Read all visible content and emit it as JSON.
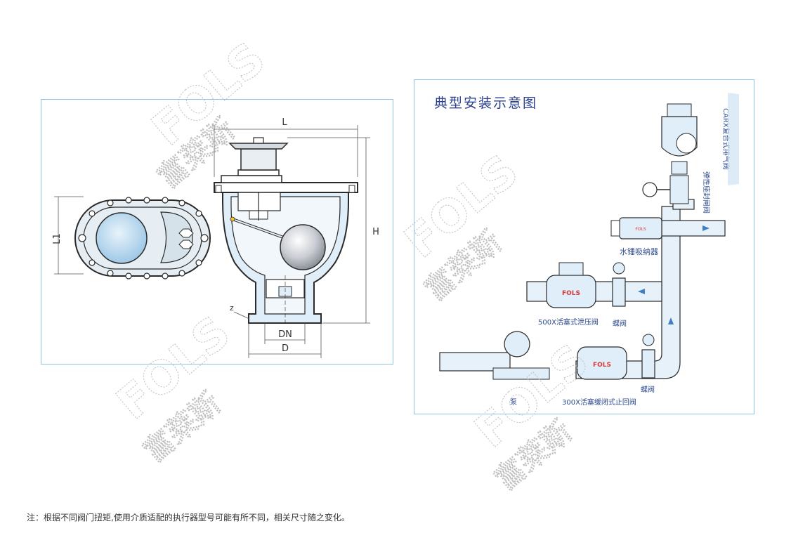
{
  "left_diagram": {
    "dimension_labels": {
      "L": "L",
      "L1": "L1",
      "H": "H",
      "z": "z",
      "DN": "DN",
      "D": "D"
    }
  },
  "right_diagram": {
    "title": "典型安装示意图",
    "valve_brand": "FOLS",
    "components": {
      "air_valve": "CARX复合式排气阀",
      "gate_valve": "弹性座封闸阀",
      "water_hammer": "水锤吸纳器",
      "relief_valve": "500X活塞式泄压阀",
      "butterfly_top": "蝶阀",
      "pump": "泵",
      "check_valve": "300X活塞缓闭式止回阀",
      "butterfly_bottom": "蝶阀"
    }
  },
  "watermark": {
    "latin": "FOLS",
    "chinese": "富莱斯"
  },
  "footnote": "注：根据不同阀门扭矩,使用介质适配的执行器型号可能有所不同，相关尺寸随之变化。",
  "colors": {
    "panel_border": "#8fc3e6",
    "valve_fill": "#dfeef8",
    "pipe_fill": "#e6f1f9",
    "line": "#2a2a2a",
    "title_blue": "#2a3f8f",
    "brand_red": "#d63a3a",
    "arrow_blue": "#3d7fc2"
  }
}
